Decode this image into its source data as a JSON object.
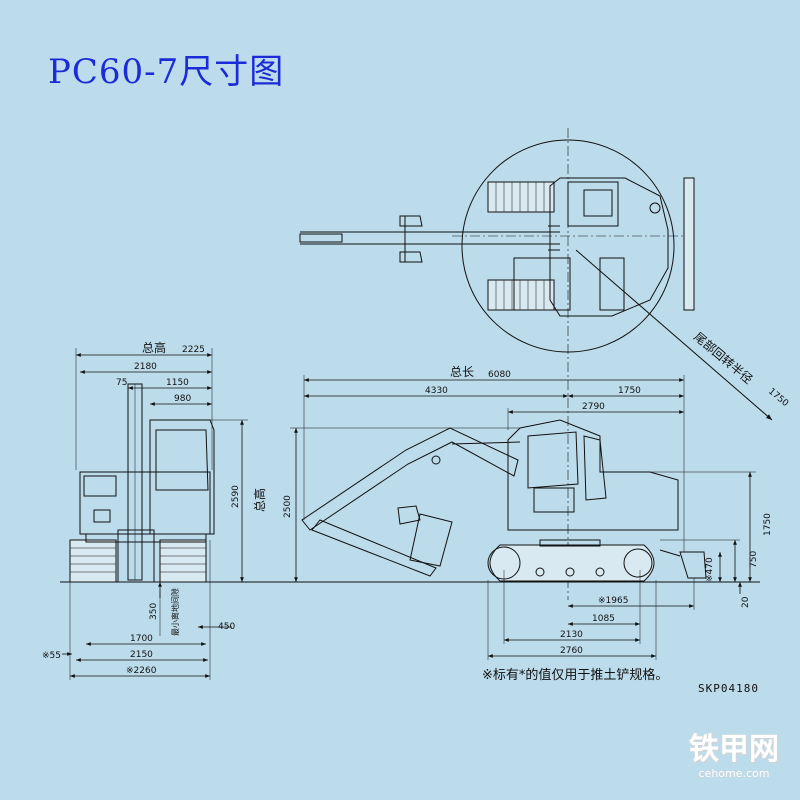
{
  "title": "PC60-7尺寸图",
  "note": "※标有*的值仅用于推土铲规格。",
  "drawing_code": "SKP04180",
  "watermark": {
    "logo": "铁甲网",
    "site": "cehome.com"
  },
  "front_view": {
    "total_height_label": "总高",
    "total_height_value": "2225",
    "w_2180": "2180",
    "w_75": "75",
    "w_1150": "1150",
    "w_980": "980",
    "h_2590": "2590",
    "h_label": "总高",
    "d_350": "350",
    "ground_clearance_label": "最小离地间隙",
    "d_450": "450",
    "d_55": "※55",
    "d_1700": "1700",
    "d_2150": "2150",
    "d_2260": "※2260"
  },
  "side_view": {
    "total_length_label": "总长",
    "total_length_value": "6080",
    "d_4330": "4330",
    "d_1750": "1750",
    "d_2790": "2790",
    "h_2500": "2500",
    "h_1750": "1750",
    "h_750": "750",
    "h_470": "※470",
    "h_20": "20",
    "d_1965": "※1965",
    "d_1085": "1085",
    "d_2130": "2130",
    "d_2760": "2760"
  },
  "top_view": {
    "tail_radius_label": "尾部回转半径",
    "tail_radius_value": "1750"
  },
  "colors": {
    "background": "#bcdcec",
    "title": "#1b2bd8",
    "line": "#111111"
  }
}
